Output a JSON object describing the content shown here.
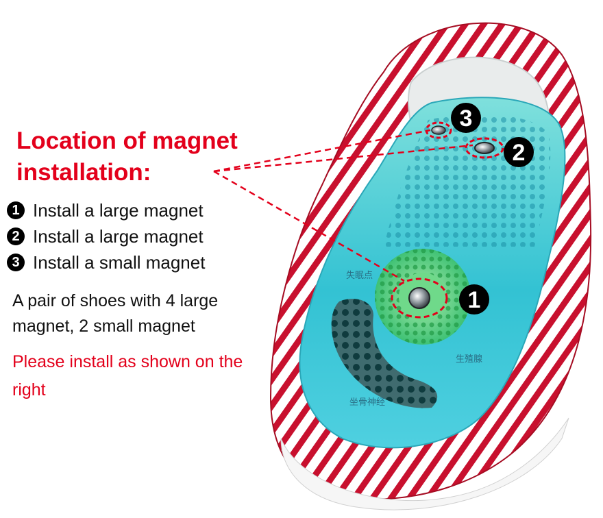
{
  "heading": "Location of magnet installation:",
  "steps": [
    {
      "number": "1",
      "text": "Install a large magnet"
    },
    {
      "number": "2",
      "text": "Install a large magnet"
    },
    {
      "number": "3",
      "text": "Install a small magnet"
    }
  ],
  "note": "A pair of shoes with 4 large magnet, 2 small magnet",
  "cta": "Please install as shown on the right",
  "markers": [
    "1",
    "2",
    "3"
  ],
  "insole_labels": [
    "失眠点",
    "生殖腺",
    "坐骨神经"
  ],
  "colors": {
    "accent_red": "#e3001b",
    "insole_teal": "#3cc9d6",
    "stripe_red": "#c8102e"
  }
}
